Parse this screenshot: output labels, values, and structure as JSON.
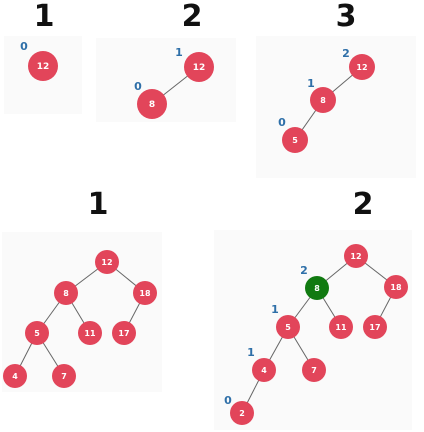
{
  "colors": {
    "node_default": "#e2455a",
    "node_highlight": "#117a11",
    "edge": "#666666",
    "balance_label": "#2e6fa8",
    "step_label": "#111111"
  },
  "panels": [
    {
      "name": "top-step-1",
      "step_label": "1",
      "nodes": [
        {
          "id": "t1-12",
          "value": "12",
          "balance": "0"
        }
      ],
      "edges": []
    },
    {
      "name": "top-step-2",
      "step_label": "2",
      "nodes": [
        {
          "id": "t2-12",
          "value": "12",
          "balance": "1"
        },
        {
          "id": "t2-8",
          "value": "8",
          "balance": "0"
        }
      ],
      "edges": [
        [
          "t2-12",
          "t2-8"
        ]
      ]
    },
    {
      "name": "top-step-3",
      "step_label": "3",
      "nodes": [
        {
          "id": "t3-12",
          "value": "12",
          "balance": "2"
        },
        {
          "id": "t3-8",
          "value": "8",
          "balance": "1"
        },
        {
          "id": "t3-5",
          "value": "5",
          "balance": "0"
        }
      ],
      "edges": [
        [
          "t3-12",
          "t3-8"
        ],
        [
          "t3-8",
          "t3-5"
        ]
      ]
    },
    {
      "name": "bottom-step-1",
      "step_label": "1",
      "nodes": [
        {
          "id": "b1-12",
          "value": "12"
        },
        {
          "id": "b1-8",
          "value": "8"
        },
        {
          "id": "b1-18",
          "value": "18"
        },
        {
          "id": "b1-5",
          "value": "5"
        },
        {
          "id": "b1-11",
          "value": "11"
        },
        {
          "id": "b1-17",
          "value": "17"
        },
        {
          "id": "b1-4",
          "value": "4"
        },
        {
          "id": "b1-7",
          "value": "7"
        }
      ],
      "edges": [
        [
          "b1-12",
          "b1-8"
        ],
        [
          "b1-12",
          "b1-18"
        ],
        [
          "b1-8",
          "b1-5"
        ],
        [
          "b1-8",
          "b1-11"
        ],
        [
          "b1-18",
          "b1-17"
        ],
        [
          "b1-5",
          "b1-4"
        ],
        [
          "b1-5",
          "b1-7"
        ]
      ]
    },
    {
      "name": "bottom-step-2",
      "step_label": "2",
      "nodes": [
        {
          "id": "b2-12",
          "value": "12"
        },
        {
          "id": "b2-8",
          "value": "8",
          "balance": "2",
          "highlight": true
        },
        {
          "id": "b2-18",
          "value": "18"
        },
        {
          "id": "b2-5",
          "value": "5",
          "balance": "1"
        },
        {
          "id": "b2-11",
          "value": "11"
        },
        {
          "id": "b2-17",
          "value": "17"
        },
        {
          "id": "b2-4",
          "value": "4",
          "balance": "1"
        },
        {
          "id": "b2-7",
          "value": "7"
        },
        {
          "id": "b2-2",
          "value": "2",
          "balance": "0"
        }
      ],
      "edges": [
        [
          "b2-12",
          "b2-8"
        ],
        [
          "b2-12",
          "b2-18"
        ],
        [
          "b2-8",
          "b2-5"
        ],
        [
          "b2-8",
          "b2-11"
        ],
        [
          "b2-18",
          "b2-17"
        ],
        [
          "b2-5",
          "b2-4"
        ],
        [
          "b2-5",
          "b2-7"
        ],
        [
          "b2-4",
          "b2-2"
        ]
      ]
    }
  ]
}
